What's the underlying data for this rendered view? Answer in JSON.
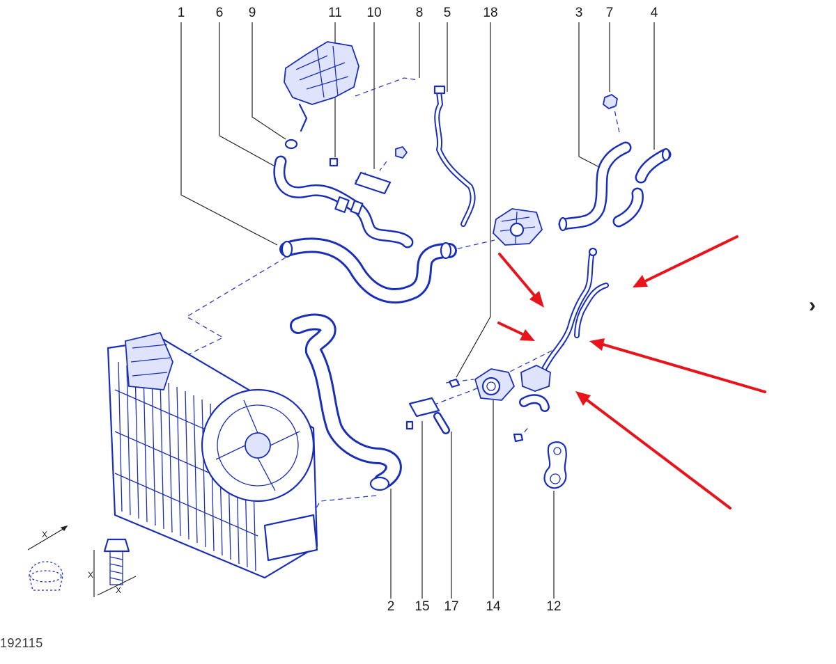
{
  "diagram": {
    "callouts": [
      "1",
      "6",
      "9",
      "11",
      "10",
      "8",
      "5",
      "18",
      "3",
      "7",
      "4",
      "2",
      "15",
      "17",
      "14",
      "12"
    ],
    "reference_code": "192115",
    "dimension_mark": "X",
    "colors": {
      "line_art": "#1a2fb8",
      "highlight_arrows": "#e8141c",
      "callout_text": "#1a1a1a"
    }
  },
  "navigation": {
    "next_icon": "chevron-right-icon",
    "next_glyph": "›"
  }
}
